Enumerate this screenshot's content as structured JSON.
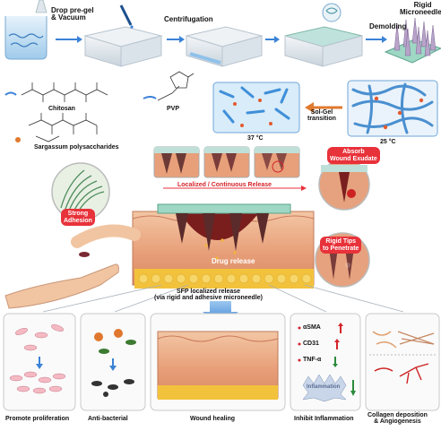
{
  "steps": {
    "drop": "Drop pre-gel\n& Vacuum",
    "centrifugation": "Centrifugation",
    "demolding": "Demolding",
    "rigid": "Rigid\nMicroneedles"
  },
  "molecules": {
    "chitosan": "Chitosan",
    "pvp": "PVP",
    "sargassum": "Sargassum polysaccharides"
  },
  "transition": {
    "temp_left": "37 °C",
    "temp_right": "25 °C",
    "label": "Sol-Gel\ntransition"
  },
  "release": {
    "banner": "Localized / Continuous Release",
    "absorb": "Absorb\nWound Exudate",
    "adhesion": "Strong\nAdhesion",
    "rigid_tips": "Rigid Tips\nto Penetrate",
    "drug_release": "Drug release",
    "sfp": "SFP localized release\n(via rigid and adhesive microneedle)"
  },
  "outcomes": {
    "proliferation": "Promote proliferation",
    "antibacterial": "Anti-bacterial",
    "healing": "Wound healing",
    "inflammation": "Inhibit Inflammation",
    "collagen": "Collagen deposition\n& Angiogenesis"
  },
  "markers": {
    "asma": "αSMA",
    "cd31": "CD31",
    "tnf": "TNF-α",
    "inflammation_word": "Inflammation"
  },
  "colors": {
    "accent_red": "#e8323a",
    "arrow_blue": "#4a90d9",
    "skin": "#e8a07a",
    "fat": "#f2c23c"
  }
}
